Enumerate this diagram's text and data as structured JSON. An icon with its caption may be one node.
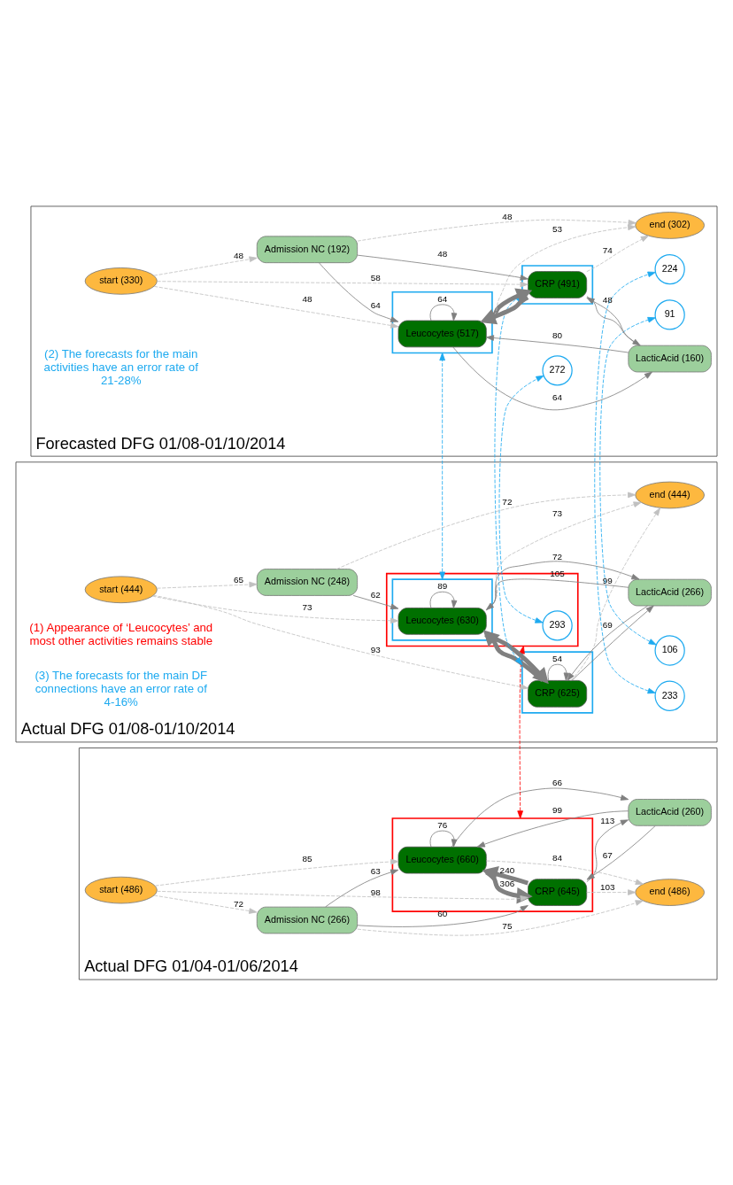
{
  "diagram": {
    "nodes": [
      {
        "text": [
          "Actual DFG 01/04-01/06/2014"
        ]
      },
      {
        "text": [],
        "shape": "box",
        "in": 0
      },
      {
        "text": [
          "Leucocytes (660)"
        ],
        "in": 1
      },
      {
        "text": [
          "CRP (645)"
        ],
        "in": 1
      },
      {
        "text": [
          "LacticAcid (260)"
        ],
        "in": 0
      },
      {
        "text": [
          "start (486)"
        ],
        "in": 0
      },
      {
        "text": [
          "Admission NC (266)"
        ],
        "in": 0
      },
      {
        "text": [
          "end (486)"
        ],
        "in": 0
      },
      {
        "text": [
          "Actual DFG 01/08-01/10/2014"
        ]
      },
      {
        "text": [],
        "shape": "box",
        "in": 8
      },
      {
        "text": [],
        "shape": "box",
        "in": 9
      },
      {
        "text": [
          "Leucocytes (630)"
        ],
        "in": 10
      },
      {
        "text": [],
        "shape": "box",
        "in": 8
      },
      {
        "text": [
          "CRP (625)"
        ],
        "in": 12
      },
      {
        "text": [
          "106"
        ],
        "in": 8
      },
      {
        "text": [
          "293"
        ],
        "in": 9
      },
      {
        "text": [
          "233"
        ],
        "in": 8
      },
      {
        "text": [
          "LacticAcid (266)"
        ],
        "in": 8
      },
      {
        "text": [
          "start (444)"
        ],
        "in": 8
      },
      {
        "text": [
          "Admission NC (248)"
        ],
        "in": 8
      },
      {
        "text": [
          "end (444)"
        ],
        "in": 8
      },
      {
        "text": [
          "Forecasted DFG 01/08-01/10/2014"
        ]
      },
      {
        "text": [],
        "shape": "box",
        "in": 21
      },
      {
        "text": [
          "Leucocytes (517)"
        ],
        "in": 22
      },
      {
        "text": [],
        "shape": "box",
        "in": 21
      },
      {
        "text": [
          "CRP (491)"
        ],
        "in": 24
      },
      {
        "text": [
          "91"
        ],
        "in": 21
      },
      {
        "text": [
          "272"
        ],
        "in": 21
      },
      {
        "text": [
          "224"
        ],
        "in": 21
      },
      {
        "text": [
          "LacticAcid (160)"
        ],
        "in": 21
      },
      {
        "text": [
          "start (330)"
        ],
        "in": 21
      },
      {
        "text": [
          "Admission NC (192)"
        ],
        "in": 21
      },
      {
        "text": [
          "end (302)"
        ],
        "in": 21
      }
    ],
    "edges": [
      {
        "from": 5,
        "to": 2,
        "arrow": "to",
        "label": "85",
        "style": "dashed",
        "color": "#c0c0c0"
      },
      {
        "from": 5,
        "to": 3,
        "arrow": "to",
        "label": "98",
        "style": "dashed",
        "color": "#c0c0c0"
      },
      {
        "from": 5,
        "to": 6,
        "arrow": "to",
        "label": "72",
        "style": "dashed",
        "color": "#c0c0c0"
      },
      {
        "from": 6,
        "to": 2,
        "arrow": "to",
        "label": "63"
      },
      {
        "from": 6,
        "to": 3,
        "arrow": "to",
        "label": "60"
      },
      {
        "from": 6,
        "to": 7,
        "arrow": "to",
        "label": "75",
        "style": "dashed",
        "color": "#c0c0c0"
      },
      {
        "from": 2,
        "to": 2,
        "arrow": "to",
        "label": "76"
      },
      {
        "from": 2,
        "to": 4,
        "arrow": "to",
        "label": "66"
      },
      {
        "from": 4,
        "to": 2,
        "arrow": "to",
        "label": "99"
      },
      {
        "from": 2,
        "to": 3,
        "arrow": "to",
        "label": "306",
        "style": "thick"
      },
      {
        "from": 3,
        "to": 2,
        "arrow": "to",
        "label": "240",
        "style": "thick"
      },
      {
        "from": 3,
        "to": 4,
        "arrow": "to",
        "label": "113"
      },
      {
        "from": 4,
        "to": 3,
        "arrow": "to",
        "label": "67"
      },
      {
        "from": 3,
        "to": 7,
        "arrow": "to",
        "label": "103",
        "style": "dashed",
        "color": "#c0c0c0"
      },
      {
        "from": 2,
        "to": 7,
        "arrow": "to",
        "label": "84",
        "style": "dashed",
        "color": "#c0c0c0"
      },
      {
        "from": 18,
        "to": 11,
        "arrow": "to",
        "label": "73",
        "style": "dashed",
        "color": "#c0c0c0"
      },
      {
        "from": 18,
        "to": 13,
        "arrow": "to",
        "label": "93",
        "style": "dashed",
        "color": "#c0c0c0"
      },
      {
        "from": 18,
        "to": 19,
        "arrow": "to",
        "label": "65",
        "style": "dashed",
        "color": "#c0c0c0"
      },
      {
        "from": 19,
        "to": 11,
        "arrow": "to",
        "label": "62"
      },
      {
        "from": 19,
        "to": 20,
        "arrow": "to",
        "label": "72",
        "style": "dashed",
        "color": "#c0c0c0"
      },
      {
        "from": 11,
        "to": 11,
        "arrow": "to",
        "label": "89"
      },
      {
        "from": 11,
        "to": 17,
        "arrow": "to",
        "label": "72"
      },
      {
        "from": 17,
        "to": 11,
        "arrow": "to",
        "label": "105"
      },
      {
        "from": 11,
        "to": 13,
        "arrow": "to",
        "style": "thick"
      },
      {
        "from": 13,
        "to": 11,
        "arrow": "to",
        "style": "thick"
      },
      {
        "from": 13,
        "to": 17,
        "arrow": "to"
      },
      {
        "from": 17,
        "to": 13,
        "arrow": "to",
        "label": "69"
      },
      {
        "from": 13,
        "to": 13,
        "arrow": "to",
        "label": "54"
      },
      {
        "from": 13,
        "to": 20,
        "arrow": "to",
        "label": "99",
        "style": "dashed",
        "color": "#c0c0c0"
      },
      {
        "from": 11,
        "to": 20,
        "arrow": "to",
        "label": "73",
        "style": "dashed",
        "color": "#c0c0c0"
      },
      {
        "from": 30,
        "to": 23,
        "arrow": "to",
        "label": "48",
        "style": "dashed",
        "color": "#c0c0c0"
      },
      {
        "from": 30,
        "to": 25,
        "arrow": "to",
        "label": "58",
        "style": "dashed",
        "color": "#c0c0c0"
      },
      {
        "from": 30,
        "to": 31,
        "arrow": "to",
        "label": "48",
        "style": "dashed",
        "color": "#c0c0c0"
      },
      {
        "from": 31,
        "to": 23,
        "arrow": "to",
        "label": "64"
      },
      {
        "from": 31,
        "to": 25,
        "arrow": "to",
        "label": "48"
      },
      {
        "from": 31,
        "to": 32,
        "arrow": "to",
        "label": "48",
        "style": "dashed",
        "color": "#c0c0c0"
      },
      {
        "from": 23,
        "to": 23,
        "arrow": "to",
        "label": "64"
      },
      {
        "from": 23,
        "to": 29,
        "arrow": "to",
        "label": "64"
      },
      {
        "from": 29,
        "to": 23,
        "arrow": "to",
        "label": "80"
      },
      {
        "from": 23,
        "to": 25,
        "arrow": "to",
        "style": "thick"
      },
      {
        "from": 25,
        "to": 23,
        "arrow": "to",
        "style": "thick"
      },
      {
        "from": 25,
        "to": 29,
        "arrow": "to"
      },
      {
        "from": 29,
        "to": 25,
        "arrow": "to",
        "label": "48"
      },
      {
        "from": 25,
        "to": 32,
        "arrow": "to",
        "label": "74",
        "style": "dashed",
        "color": "#c0c0c0"
      },
      {
        "from": 23,
        "to": 32,
        "arrow": "to",
        "label": "53",
        "style": "dashed",
        "color": "#c0c0c0"
      },
      {
        "from": 1,
        "to": 9,
        "arrow": "both",
        "style": "dashed",
        "color": "#ff0000"
      },
      {
        "from": 10,
        "to": 22,
        "arrow": "both",
        "style": "dashed",
        "color": "#1eaaf0"
      },
      {
        "from": 15,
        "to": 27,
        "arrow": "both",
        "style": "dashed",
        "color": "#1eaaf0"
      },
      {
        "from": 16,
        "to": 28,
        "arrow": "both",
        "style": "dashed",
        "color": "#1eaaf0"
      },
      {
        "from": 12,
        "to": 24,
        "arrow": "both",
        "style": "dashed",
        "color": "#1eaaf0"
      },
      {
        "from": 14,
        "to": 26,
        "arrow": "both",
        "style": "dashed",
        "color": "#1eaaf0"
      }
    ],
    "labels": [
      "(1) Appearance of ‘Leucocytes’ and most other activities remains stable",
      "(3) The forecasts for the main DF connections have an error rate of 4-16%",
      "(2) The forecasts for the main activities have an error rate of 21-28%"
    ]
  }
}
